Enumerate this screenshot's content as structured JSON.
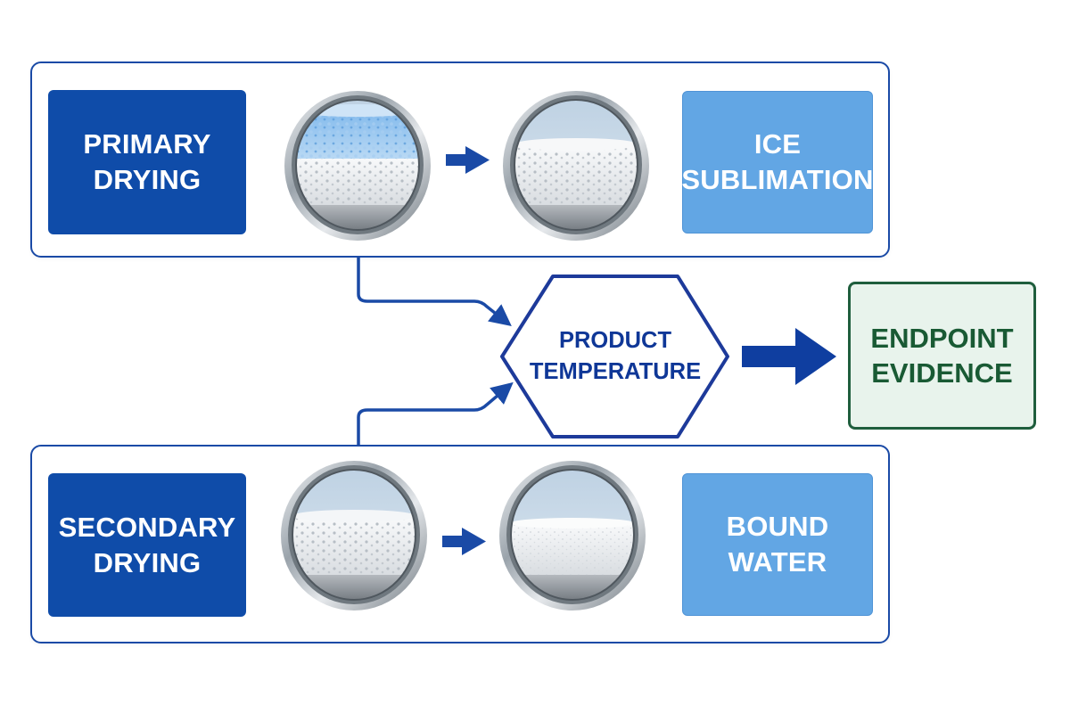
{
  "primary_stage": {
    "label_lines": [
      "PRIMARY",
      "DRYING"
    ],
    "result_lines": [
      "ICE",
      "SUBLIMATION"
    ]
  },
  "secondary_stage": {
    "label_lines": [
      "SECONDARY",
      "DRYING"
    ],
    "result_lines": [
      "BOUND",
      "WATER"
    ]
  },
  "monitor": {
    "label_lines": [
      "PRODUCT",
      "TEMPERATURE"
    ]
  },
  "outcome": {
    "label_lines": [
      "ENDPOINT",
      "EVIDENCE"
    ]
  },
  "colors": {
    "dark_blue": "#0f4ca9",
    "light_blue": "#62a6e4",
    "outline_blue": "#1a4aa6",
    "navy_text": "#0f3797",
    "green": "#1f5e3d",
    "green_fill": "#e8f3ec"
  },
  "icons": {
    "vial": "vial-cross-section-icon",
    "arrow": "arrow-right-icon"
  }
}
